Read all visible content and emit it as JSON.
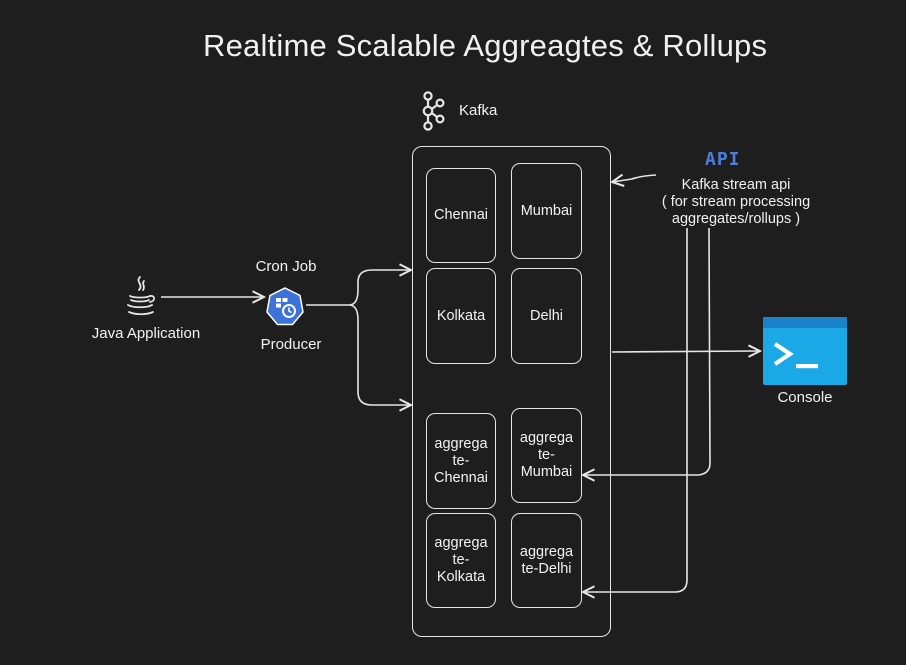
{
  "title": "Realtime Scalable Aggreagtes & Rollups",
  "kafka": {
    "label": "Kafka",
    "icon": "kafka-logo-icon"
  },
  "java": {
    "label": "Java Application",
    "icon": "java-coffee-icon"
  },
  "cron": {
    "label": "Cron Job",
    "icon": "cronjob-hexagon-icon"
  },
  "producer": {
    "label": "Producer"
  },
  "api": {
    "badge": "API",
    "line1": "Kafka stream api",
    "line2": "( for stream processing",
    "line3": "aggregates/rollups )"
  },
  "console": {
    "label": "Console",
    "icon": "terminal-icon",
    "accent": "#1aa8e6"
  },
  "topics": {
    "chennai": "Chennai",
    "mumbai": "Mumbai",
    "kolkata": "Kolkata",
    "delhi": "Delhi",
    "agg_chennai": [
      "aggrega",
      "te-",
      "Chennai"
    ],
    "agg_mumbai": [
      "aggrega",
      "te-",
      "Mumbai"
    ],
    "agg_kolkata": [
      "aggrega",
      "te-",
      "Kolkata"
    ],
    "agg_delhi": [
      "aggrega",
      "te-Delhi"
    ]
  },
  "colors": {
    "background": "#1e1e1e",
    "stroke": "#e6e6e6",
    "api_blue": "#4a7fe0",
    "cron_blue": "#3c73d9"
  }
}
